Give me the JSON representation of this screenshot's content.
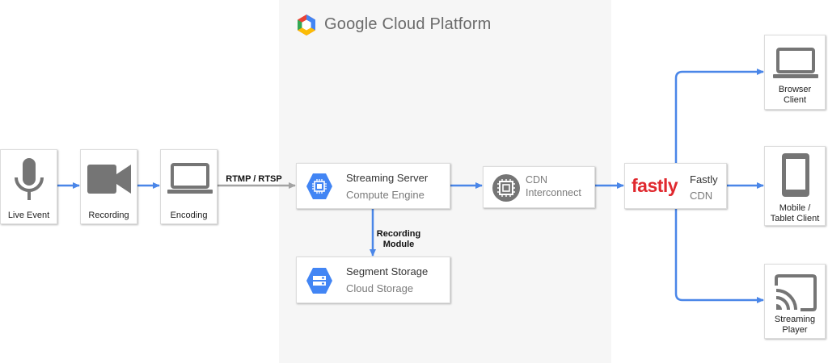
{
  "platform": {
    "title": "Google Cloud Platform"
  },
  "sources": {
    "live_event": "Live Event",
    "recording": "Recording",
    "encoding": "Encoding"
  },
  "services": {
    "streaming_server": {
      "title": "Streaming Server",
      "subtitle": "Compute Engine"
    },
    "cdn_interconnect": {
      "line1": "CDN",
      "line2": "Interconnect"
    },
    "segment_storage": {
      "title": "Segment Storage",
      "subtitle": "Cloud Storage"
    },
    "fastly": {
      "logo": "fastly",
      "title": "Fastly",
      "subtitle": "CDN"
    }
  },
  "clients": {
    "browser": {
      "line1": "Browser",
      "line2": "Client"
    },
    "mobile": {
      "line1": "Mobile /",
      "line2": "Tablet Client"
    },
    "player": {
      "line1": "Streaming",
      "line2": "Player"
    }
  },
  "edges": {
    "protocol": "RTMP / RTSP",
    "recording_module_line1": "Recording",
    "recording_module_line2": "Module"
  },
  "colors": {
    "arrow_blue": "#4a86e8",
    "arrow_gray": "#a3a3a3",
    "icon_gray": "#757575",
    "gcp_blue": "#4285f4",
    "fastly_red": "#e0282e"
  }
}
